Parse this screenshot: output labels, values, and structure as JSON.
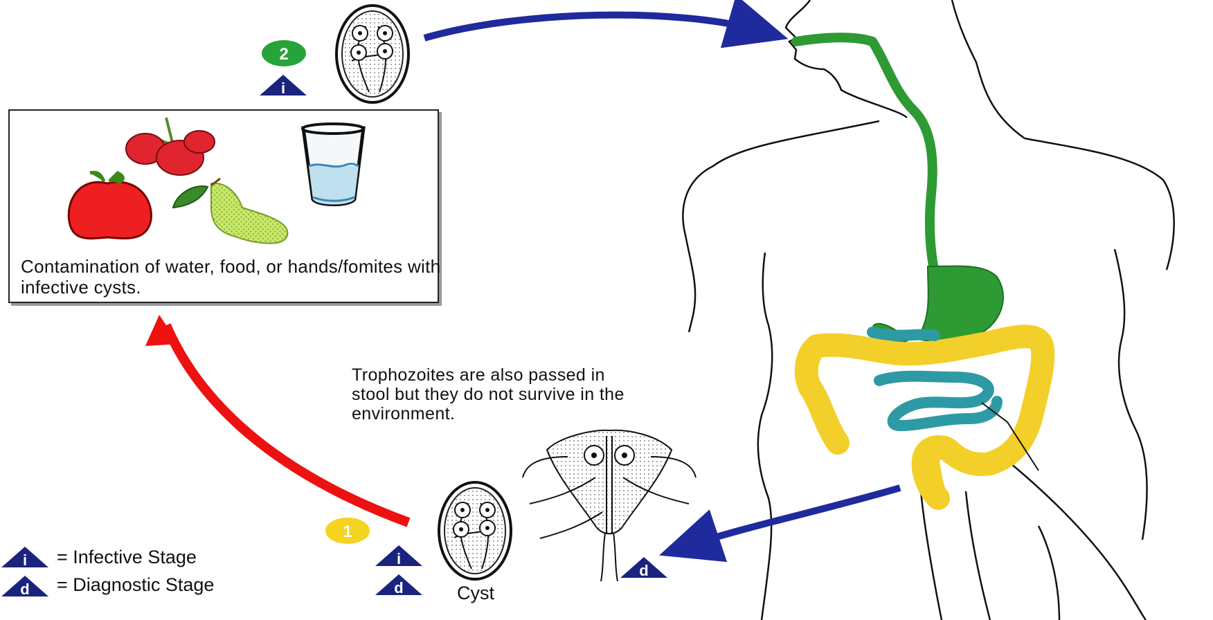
{
  "diagram": {
    "contamination_text": "Contamination of water, food, or hands/fomites with infective cysts.",
    "trophozoite_note": "Trophozoites are also passed in stool but they do not survive in the environment.",
    "cyst_label": "Cyst",
    "step_numbers": [
      "1",
      "2"
    ],
    "stage_letters": {
      "infective": "i",
      "diagnostic": "d"
    },
    "legend": [
      {
        "letter": "i",
        "text": "= Infective Stage"
      },
      {
        "letter": "d",
        "text": "= Diagnostic Stage"
      }
    ],
    "colors": {
      "stage_marker": "#1a237e",
      "step_1": "#f5d321",
      "step_2": "#27a33a",
      "arrow_blue": "#1f2a9c",
      "arrow_red": "#ee1111",
      "esophagus_stomach": "#2e9a34",
      "small_intestine": "#2e9aa5",
      "large_intestine": "#f3cf29"
    },
    "icons": [
      "cyst-icon",
      "trophozoite-icon",
      "raspberry-icon",
      "apple-icon",
      "pear-icon",
      "water-glass-icon",
      "human-body-outline"
    ]
  }
}
